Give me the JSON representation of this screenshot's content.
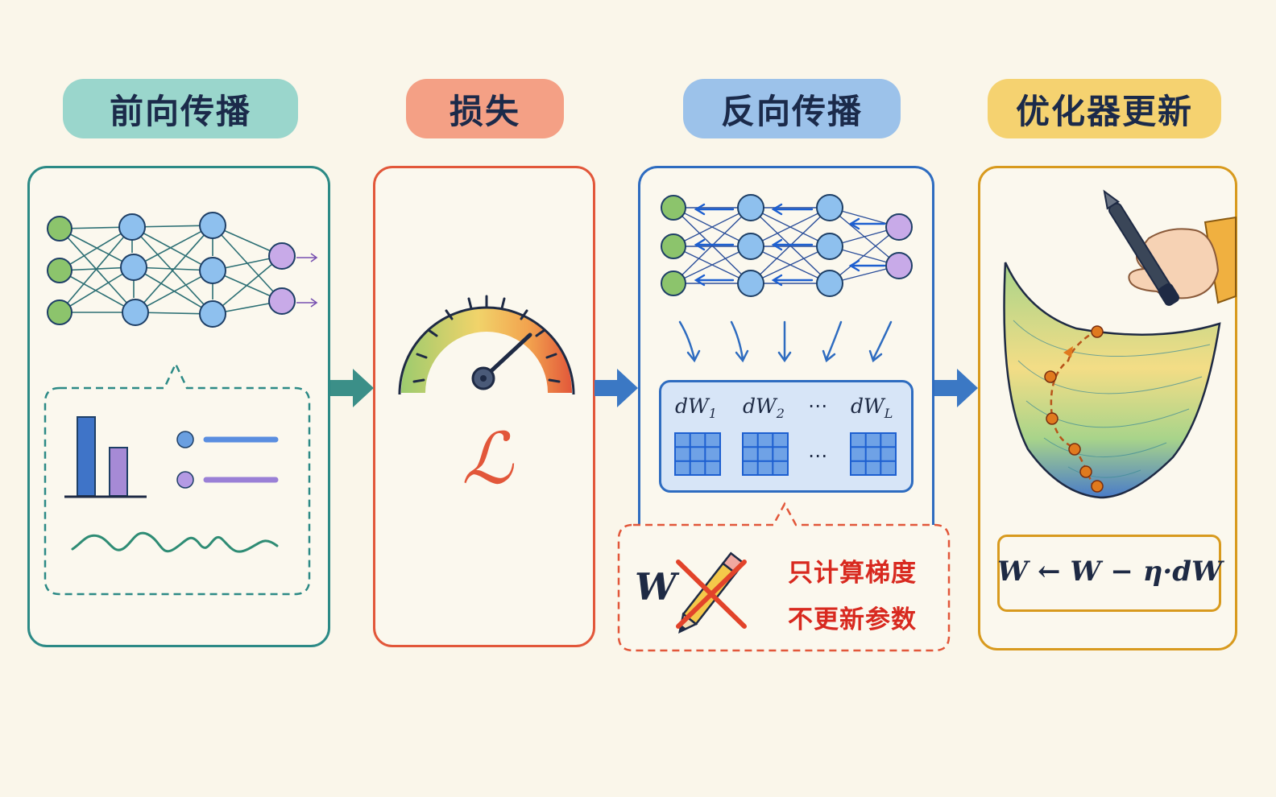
{
  "stages": [
    {
      "title": "前向传播",
      "color": "#2c8a86",
      "band": "#8fd3c8"
    },
    {
      "title": "损失",
      "color": "#e2573a",
      "band": "#f2977b"
    },
    {
      "title": "反向传播",
      "color": "#2e6cc0",
      "band": "#8cb8e6"
    },
    {
      "title": "优化器更新",
      "color": "#d89a1e",
      "band": "#f2cc62"
    }
  ],
  "loss": {
    "symbol": "ℒ"
  },
  "backprop": {
    "grads": [
      "dW",
      "dW",
      "⋯",
      "dW"
    ],
    "subs": [
      "1",
      "2",
      "",
      "L"
    ],
    "dots": "⋯",
    "note_line1": "只计算梯度",
    "note_line2": "不更新参数",
    "param_symbol": "W"
  },
  "optimizer": {
    "formula": "W ← W − η·dW"
  },
  "icons": [
    "neural-network",
    "bar-chart",
    "list",
    "wave",
    "gauge",
    "pencil-crossed",
    "loss-surface",
    "hand-pen",
    "arrow-right"
  ]
}
